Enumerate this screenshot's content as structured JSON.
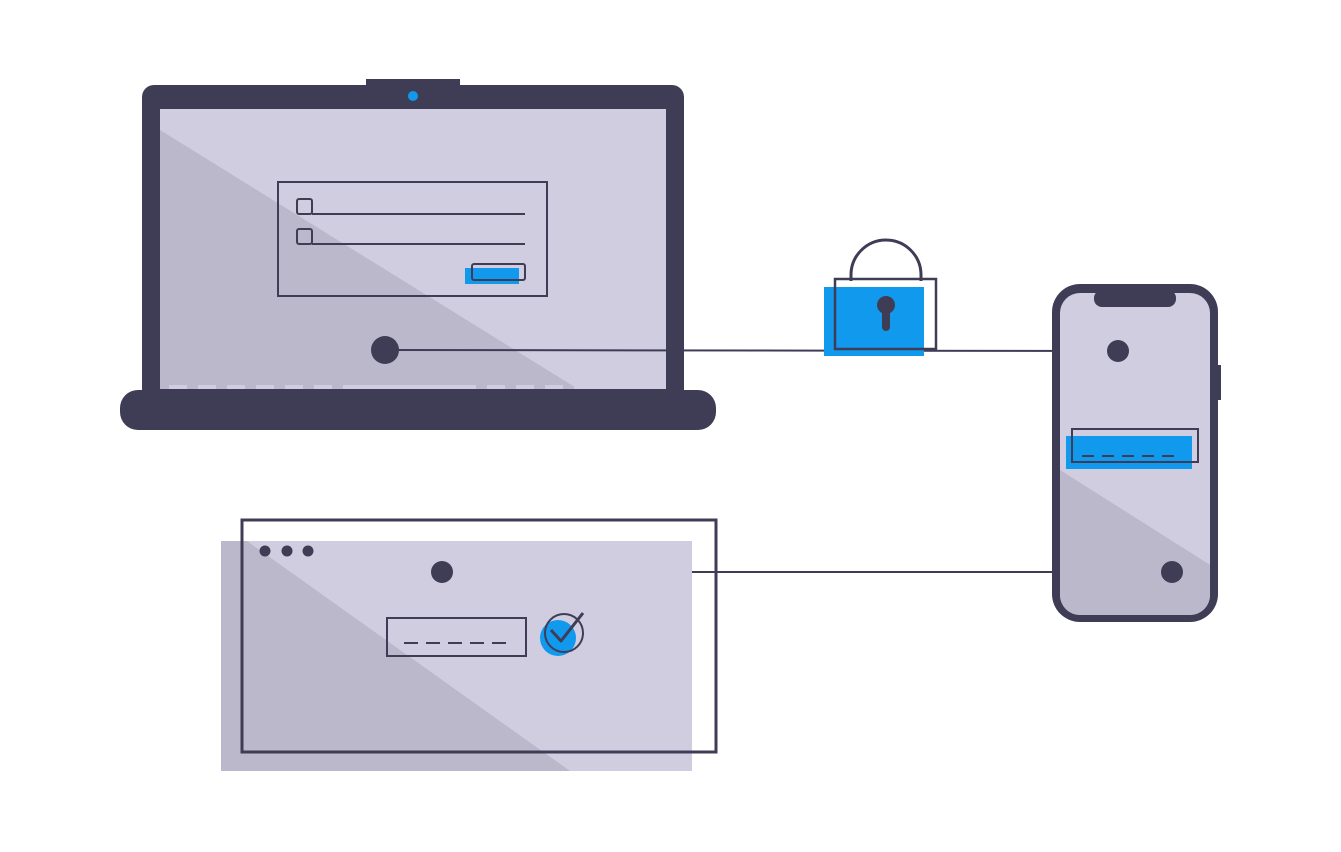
{
  "palette": {
    "dark": "#3f3d56",
    "screen": "#d0cde1",
    "screen_shade": "#bbb8cb",
    "accent": "#1199ee",
    "background": "#ffffff"
  },
  "icons": {
    "laptop": "laptop-icon",
    "phone": "smartphone-icon",
    "browser": "browser-window-icon",
    "lock": "padlock-icon",
    "check": "check-circle-icon",
    "node": "connection-node-icon"
  },
  "login_form": {
    "field_count": 2,
    "checkbox_count": 2
  },
  "code_entry": {
    "mask_segments": 5,
    "verified": true
  },
  "browser_window": {
    "control_dots": 3
  }
}
